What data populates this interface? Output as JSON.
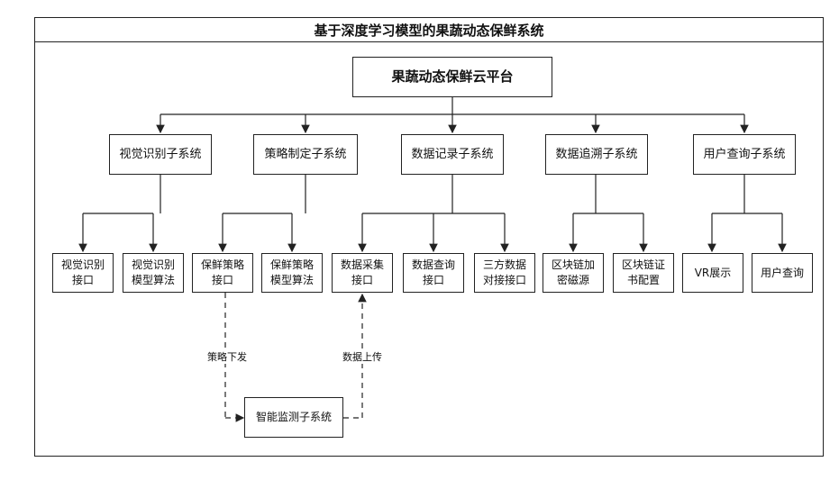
{
  "title": "基于深度学习模型的果蔬动态保鲜系统",
  "root": "果蔬动态保鲜云平台",
  "subsystems": [
    "视觉识别子系统",
    "策略制定子系统",
    "数据记录子系统",
    "数据追溯子系统",
    "用户查询子系统"
  ],
  "leaves": [
    "视觉识别\n接口",
    "视觉识别\n模型算法",
    "保鲜策略\n接口",
    "保鲜策略\n模型算法",
    "数据采集\n接口",
    "数据查询\n接口",
    "三方数据\n对接接口",
    "区块链加\n密磁源",
    "区块链证\n书配置",
    "VR展示",
    "用户查询"
  ],
  "monitor": "智能监测子系统",
  "edge_labels": {
    "down": "策略下发",
    "up": "数据上传"
  }
}
